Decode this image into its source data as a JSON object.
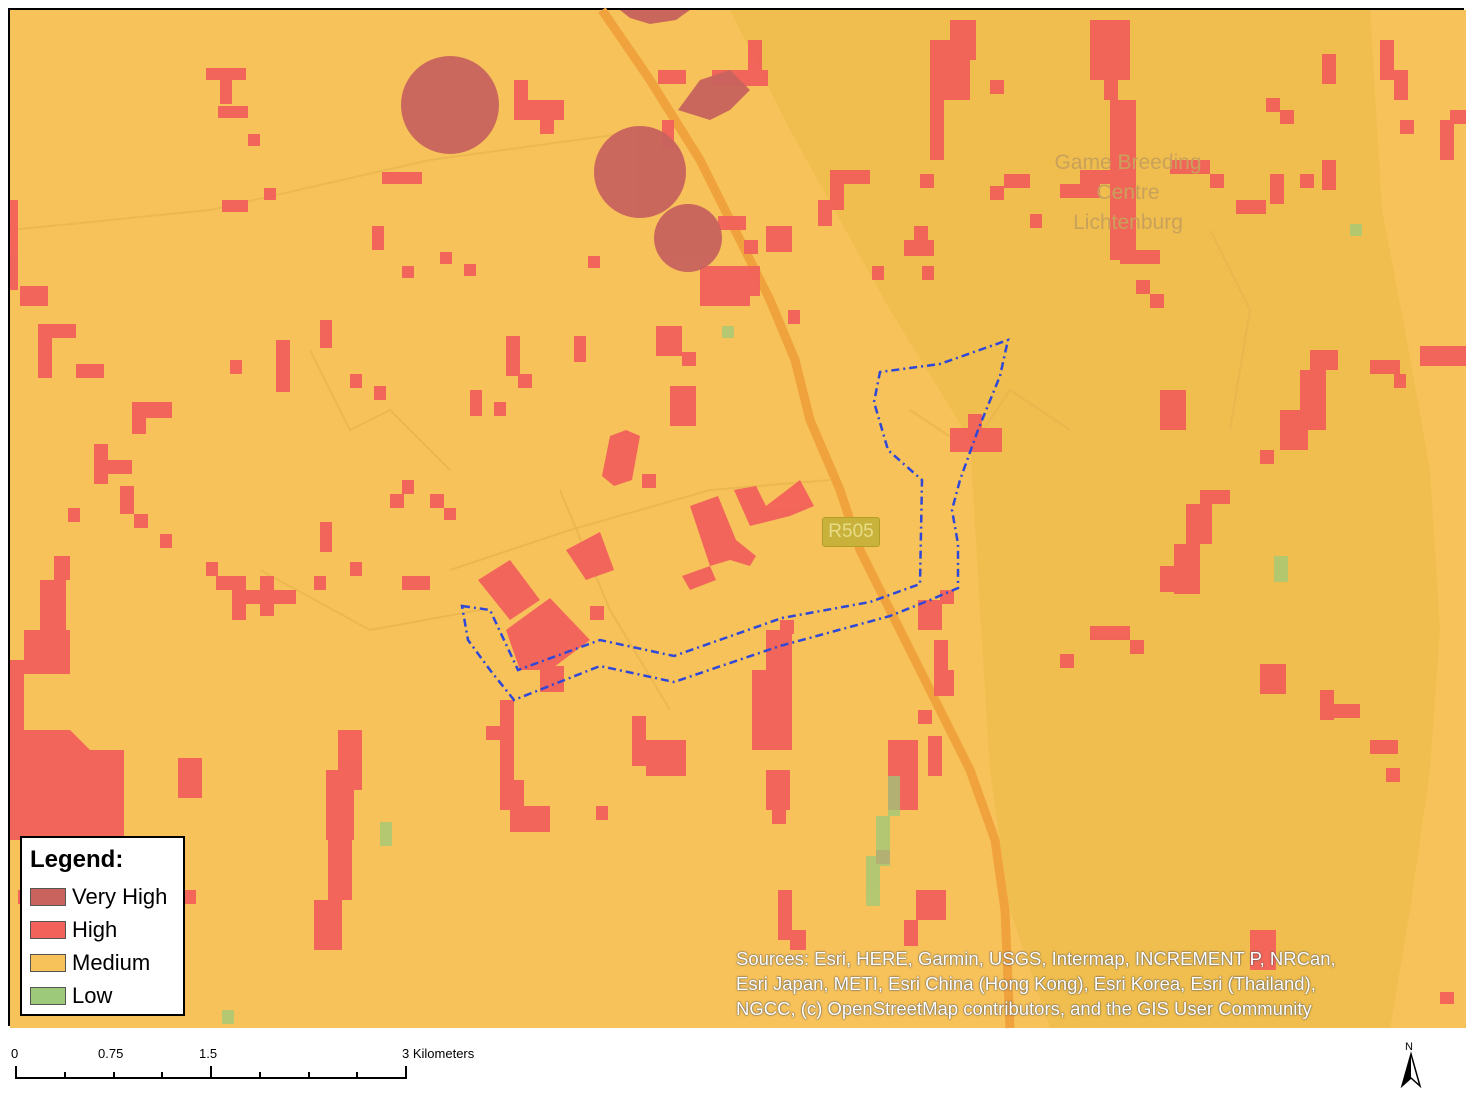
{
  "map": {
    "place_label_lines": [
      "Game Breeding",
      "Centre",
      "Lichtenburg"
    ],
    "road_shield": "R505"
  },
  "legend": {
    "title": "Legend:",
    "items": [
      {
        "label": "Very High",
        "color": "#c8635e"
      },
      {
        "label": "High",
        "color": "#f2615a"
      },
      {
        "label": "Medium",
        "color": "#f7c25a"
      },
      {
        "label": "Low",
        "color": "#9dc97a"
      }
    ]
  },
  "attribution": {
    "lines": [
      "Sources: Esri, HERE, Garmin, USGS, Intermap, INCREMENT P, NRCan,",
      "Esri Japan, METI, Esri China (Hong Kong), Esri Korea, Esri (Thailand),",
      "NGCC, (c) OpenStreetMap contributors, and the GIS User Community"
    ]
  },
  "scale_bar": {
    "ticks": [
      "0",
      "0.75",
      "1.5",
      "3 Kilometers"
    ]
  },
  "north_arrow": {
    "label": "N"
  },
  "colors": {
    "medium_fill": "#f7c25a",
    "reserve_fill": "#eebd4c",
    "high_fill": "#f2615a",
    "very_high_fill": "#c8635e",
    "low_fill": "#9dc97a",
    "road": "#f0a23c",
    "boundary": "#2f48d8"
  }
}
